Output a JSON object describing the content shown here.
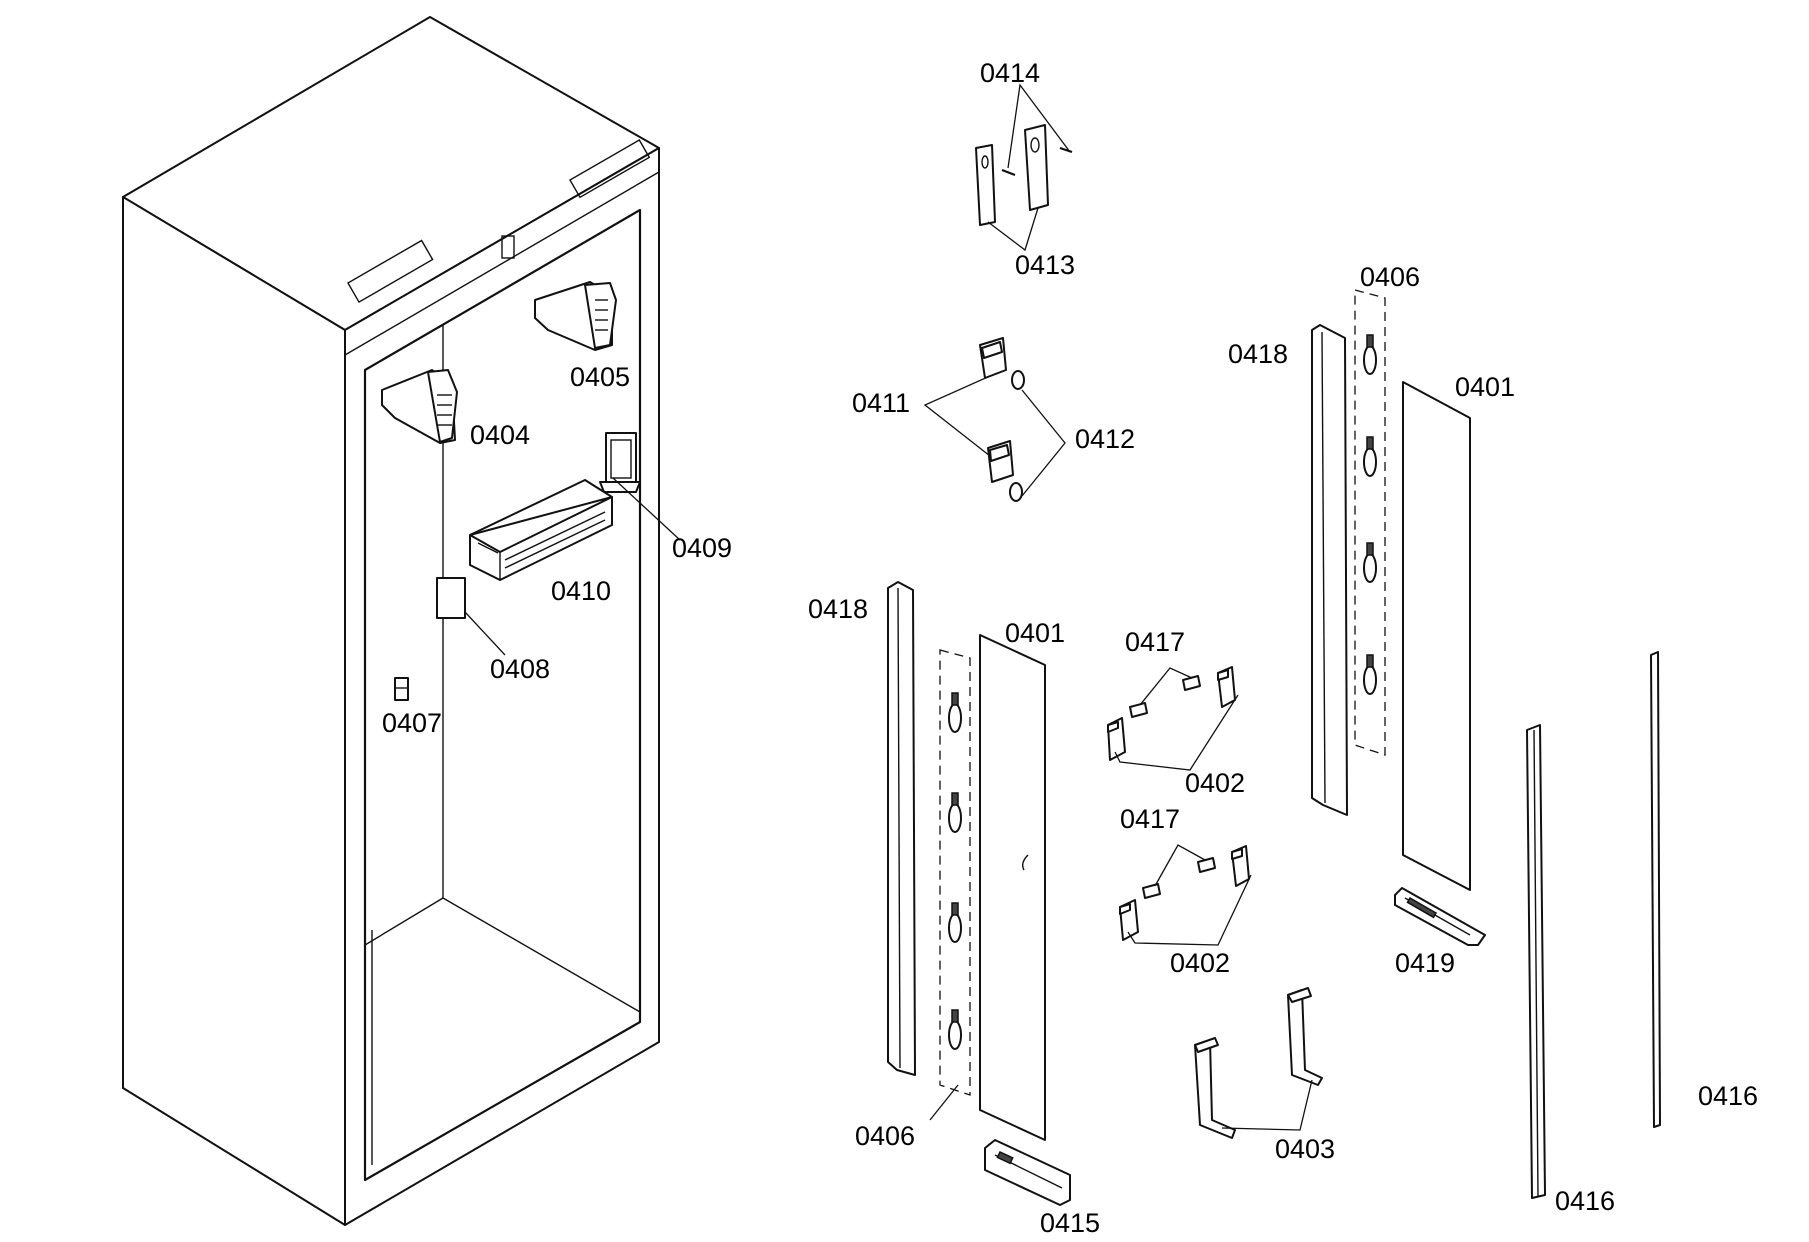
{
  "labels": {
    "l0414": "0414",
    "l0413": "0413",
    "l0411": "0411",
    "l0412": "0412",
    "l0406a": "0406",
    "l0418a": "0418",
    "l0401a": "0401",
    "l0405": "0405",
    "l0404": "0404",
    "l0409": "0409",
    "l0410": "0410",
    "l0408": "0408",
    "l0407": "0407",
    "l0418b": "0418",
    "l0401b": "0401",
    "l0417a": "0417",
    "l0402a": "0402",
    "l0417b": "0417",
    "l0402b": "0402",
    "l0419": "0419",
    "l0416a": "0416",
    "l0416b": "0416",
    "l0406b": "0406",
    "l0403": "0403",
    "l0415": "0415"
  }
}
